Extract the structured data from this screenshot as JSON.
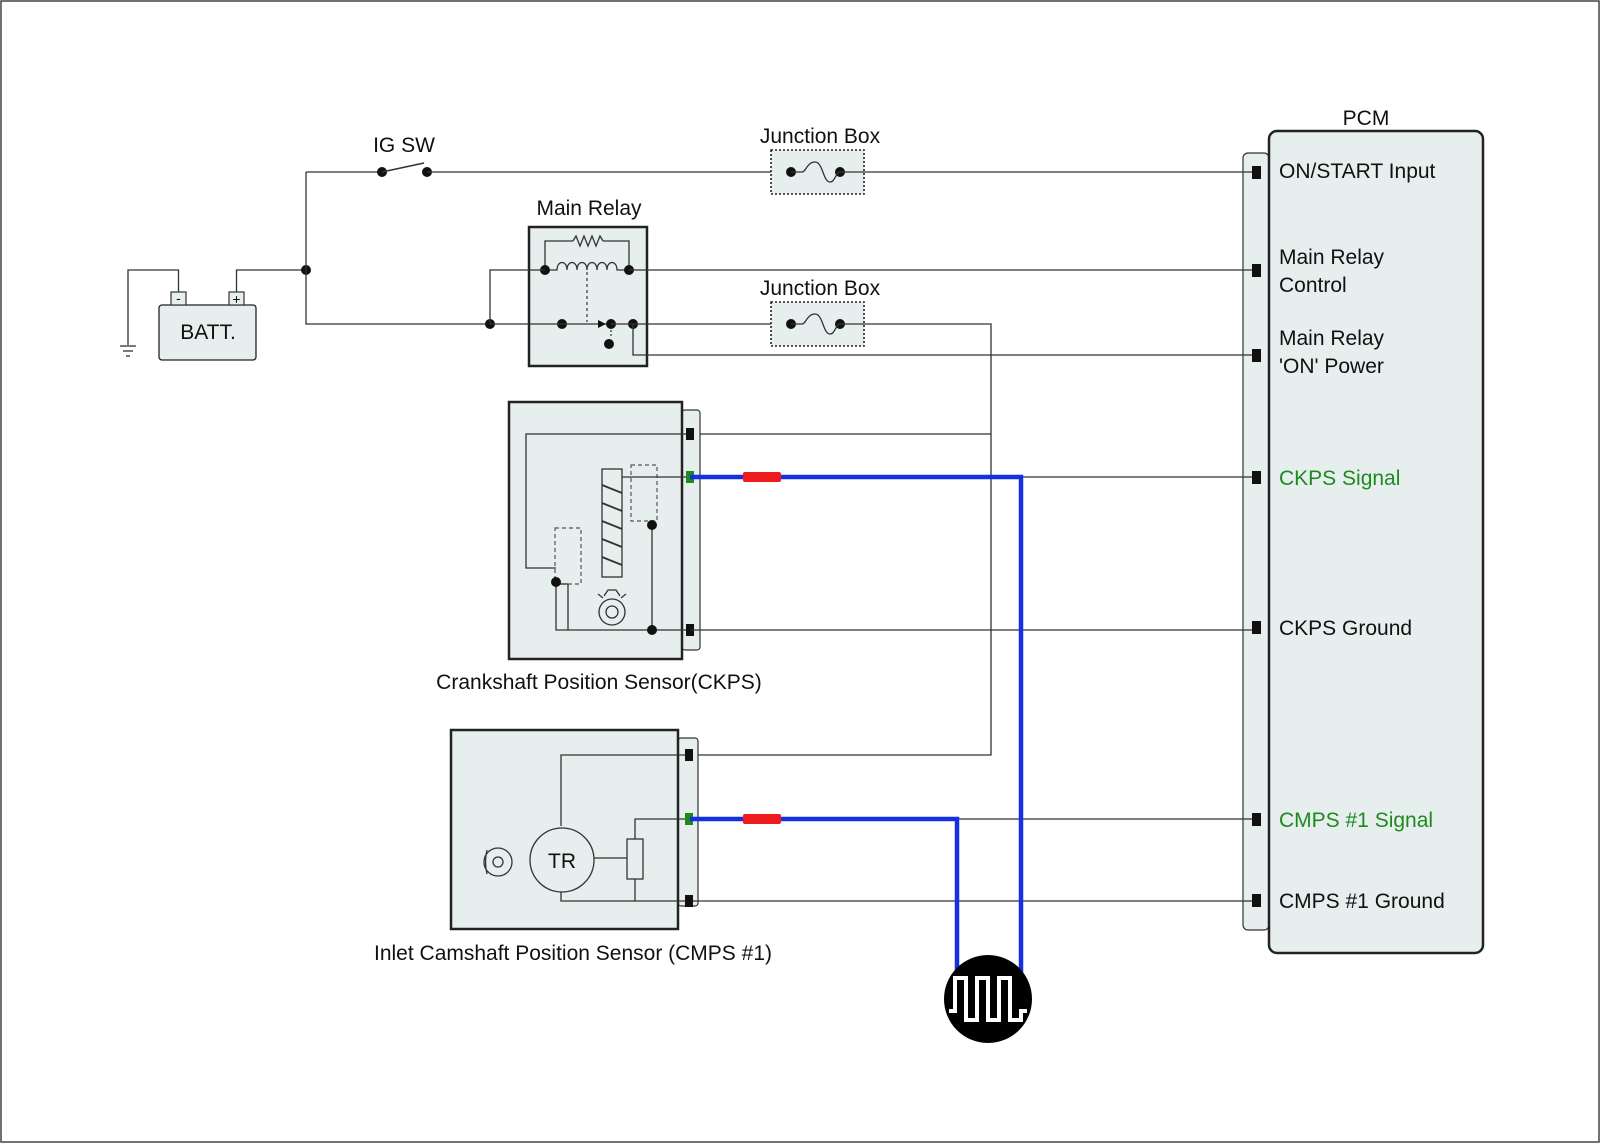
{
  "colors": {
    "probe_lead": "#1530e0",
    "probe_tip": "#ee1c1c",
    "signal_text": "#1e8a1e",
    "signal_pin": "#1e8a1e",
    "component_fill": "#e6eeee"
  },
  "labels": {
    "ig_sw": "IG SW",
    "junction_box_1": "Junction Box",
    "junction_box_2": "Junction Box",
    "main_relay": "Main Relay",
    "battery": "BATT.",
    "battery_neg": "-",
    "battery_pos": "+",
    "pcm": "PCM",
    "ckps_sensor": "Crankshaft Position Sensor(CKPS)",
    "cmps_sensor": "Inlet Camshaft Position Sensor (CMPS #1)",
    "transistor": "TR"
  },
  "pcm_pins": [
    {
      "lines": [
        "ON/START Input"
      ],
      "signal": false
    },
    {
      "lines": [
        "Main Relay",
        "Control"
      ],
      "signal": false
    },
    {
      "lines": [
        "Main Relay",
        "'ON' Power"
      ],
      "signal": false
    },
    {
      "lines": [
        "CKPS Signal"
      ],
      "signal": true
    },
    {
      "lines": [
        "CKPS Ground"
      ],
      "signal": false
    },
    {
      "lines": [
        "CMPS #1 Signal"
      ],
      "signal": true
    },
    {
      "lines": [
        "CMPS #1 Ground"
      ],
      "signal": false
    }
  ],
  "icons": {
    "oscilloscope": "square-wave-scope-icon",
    "ground": "ground-symbol-icon",
    "fuse": "fuse-icon",
    "switch": "switch-icon",
    "relay_coil": "coil-icon",
    "resistor": "resistor-icon",
    "target_wheel": "target-wheel-icon"
  }
}
